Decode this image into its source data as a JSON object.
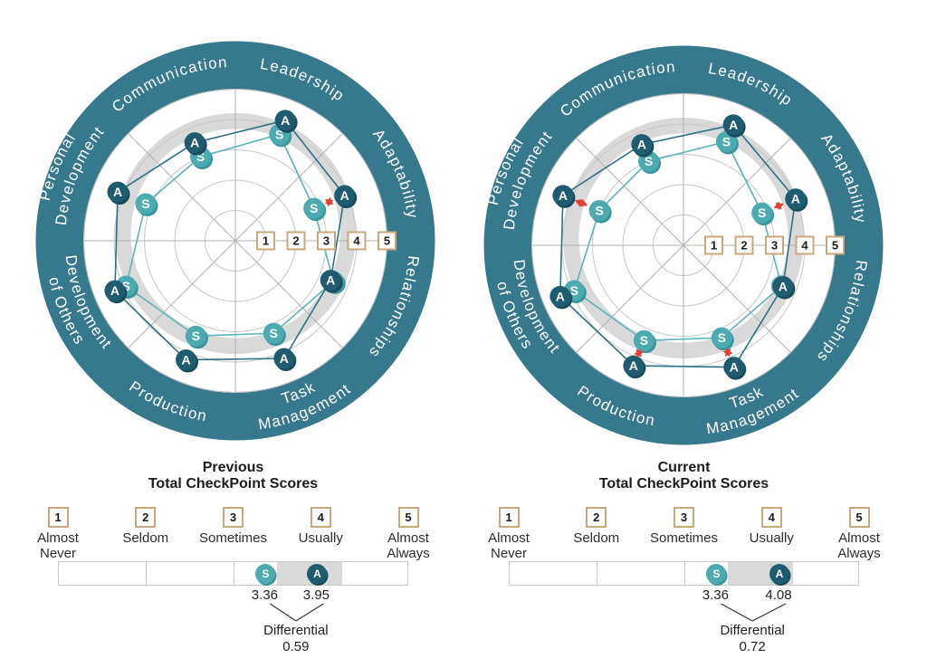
{
  "colors": {
    "ring": "#37798c",
    "marker_a": "#1f5c70",
    "marker_a_shadow": "#174c5d",
    "marker_s": "#4caab1",
    "marker_s_shadow": "#3b959c",
    "line_a": "#2d7086",
    "line_s": "#5ab4ba",
    "gap_arrow": "#e74133",
    "scale_box_border": "#c9a87b",
    "band": "#d9d9d9",
    "grid_circle": "#c6c6c6",
    "spoke": "#b0b0b0",
    "label_text": "#ffffff",
    "text_dark": "#1c1c1c"
  },
  "chart_data": [
    {
      "id": "previous",
      "type": "radar",
      "title_line1": "Previous",
      "title_line2": "Total CheckPoint Scores",
      "scale": {
        "min": 1,
        "max": 5,
        "ticks": [
          "1",
          "2",
          "3",
          "4",
          "5"
        ],
        "tick_labels": [
          "Almost\nNever",
          "Seldom",
          "Sometimes",
          "Usually",
          "Almost\nAlways"
        ]
      },
      "categories": [
        {
          "name": "Adaptability",
          "lines": [
            "Adaptability"
          ]
        },
        {
          "name": "Leadership",
          "lines": [
            "Leadership"
          ]
        },
        {
          "name": "Communication",
          "lines": [
            "Communication"
          ]
        },
        {
          "name": "Personal Development",
          "lines": [
            "Personal",
            "Development"
          ]
        },
        {
          "name": "Development of Others",
          "lines": [
            "Development",
            "of Others"
          ]
        },
        {
          "name": "Production",
          "lines": [
            "Production"
          ]
        },
        {
          "name": "Task Management",
          "lines": [
            "Task",
            "Management"
          ]
        },
        {
          "name": "Relationships",
          "lines": [
            "Relationships"
          ]
        }
      ],
      "series": [
        {
          "name": "S",
          "values": [
            2.8,
            3.8,
            3.0,
            3.2,
            3.9,
            3.4,
            3.3,
            3.5
          ]
        },
        {
          "name": "A",
          "values": [
            3.9,
            4.3,
            3.5,
            4.2,
            4.3,
            4.25,
            4.2,
            3.4
          ]
        }
      ],
      "significant_gap_arrows": [
        "Adaptability"
      ],
      "shaded_band": [
        3.45,
        3.97
      ],
      "summary": {
        "s_value": "3.36",
        "a_value": "3.95",
        "shaded_band": [
          3.5,
          4.25
        ],
        "differential_label": "Differential",
        "differential_value": "0.59"
      }
    },
    {
      "id": "current",
      "type": "radar",
      "title_line1": "Current",
      "title_line2": "Total CheckPoint Scores",
      "scale": {
        "min": 1,
        "max": 5,
        "ticks": [
          "1",
          "2",
          "3",
          "4",
          "5"
        ],
        "tick_labels": [
          "Almost\nNever",
          "Seldom",
          "Sometimes",
          "Usually",
          "Almost\nAlways"
        ]
      },
      "categories": [
        {
          "name": "Adaptability",
          "lines": [
            "Adaptability"
          ]
        },
        {
          "name": "Leadership",
          "lines": [
            "Leadership"
          ]
        },
        {
          "name": "Communication",
          "lines": [
            "Communication"
          ]
        },
        {
          "name": "Personal Development",
          "lines": [
            "Personal",
            "Development"
          ]
        },
        {
          "name": "Development of Others",
          "lines": [
            "Development",
            "of Others"
          ]
        },
        {
          "name": "Production",
          "lines": [
            "Production"
          ]
        },
        {
          "name": "Task Management",
          "lines": [
            "Task",
            "Management"
          ]
        },
        {
          "name": "Relationships",
          "lines": [
            "Relationships"
          ]
        }
      ],
      "series": [
        {
          "name": "S",
          "values": [
            2.8,
            3.7,
            3.0,
            3.0,
            3.9,
            3.4,
            3.3,
            3.5
          ]
        },
        {
          "name": "A",
          "values": [
            4.0,
            4.3,
            3.6,
            4.3,
            4.4,
            4.3,
            4.35,
            3.55
          ]
        }
      ],
      "significant_gap_arrows": [
        "Adaptability",
        "Personal Development",
        "Production",
        "Task Management"
      ],
      "shaded_band": [
        3.45,
        3.97
      ],
      "summary": {
        "s_value": "3.36",
        "a_value": "4.08",
        "shaded_band": [
          3.5,
          4.25
        ],
        "differential_label": "Differential",
        "differential_value": "0.72"
      }
    }
  ]
}
